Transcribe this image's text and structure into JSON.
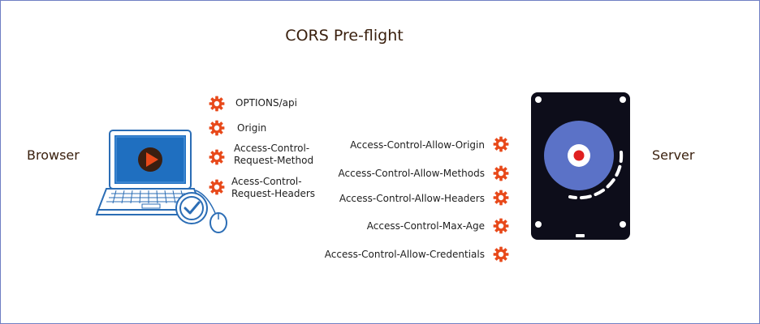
{
  "title": "CORS Pre-flight",
  "browser": {
    "label": "Browser",
    "request_items": [
      {
        "text": "OPTIONS/api",
        "icon": "gear-icon"
      },
      {
        "text": "Origin",
        "icon": "gear-icon"
      },
      {
        "text": "Access-Control-\nRequest-Method",
        "icon": "gear-icon"
      },
      {
        "text": "Acess-Control-\nRequest-Headers",
        "icon": "gear-icon"
      }
    ]
  },
  "server": {
    "label": "Server",
    "response_items": [
      {
        "text": "Access-Control-Allow-Origin",
        "icon": "gear-icon"
      },
      {
        "text": "Access-Control-Allow-Methods",
        "icon": "gear-icon"
      },
      {
        "text": "Access-Control-Allow-Headers",
        "icon": "gear-icon"
      },
      {
        "text": "Access-Control-Max-Age",
        "icon": "gear-icon"
      },
      {
        "text": "Access-Control-Allow-Credentials",
        "icon": "gear-icon"
      }
    ]
  },
  "colors": {
    "gear": "#e8491a",
    "title_text": "#3a200e",
    "frame_border": "#6f7fc4",
    "laptop_line": "#2b6db5",
    "laptop_screen": "#1f6fc0",
    "server_body": "#0d0d1a",
    "server_disc": "#5b72c7",
    "server_center": "#e02020"
  }
}
